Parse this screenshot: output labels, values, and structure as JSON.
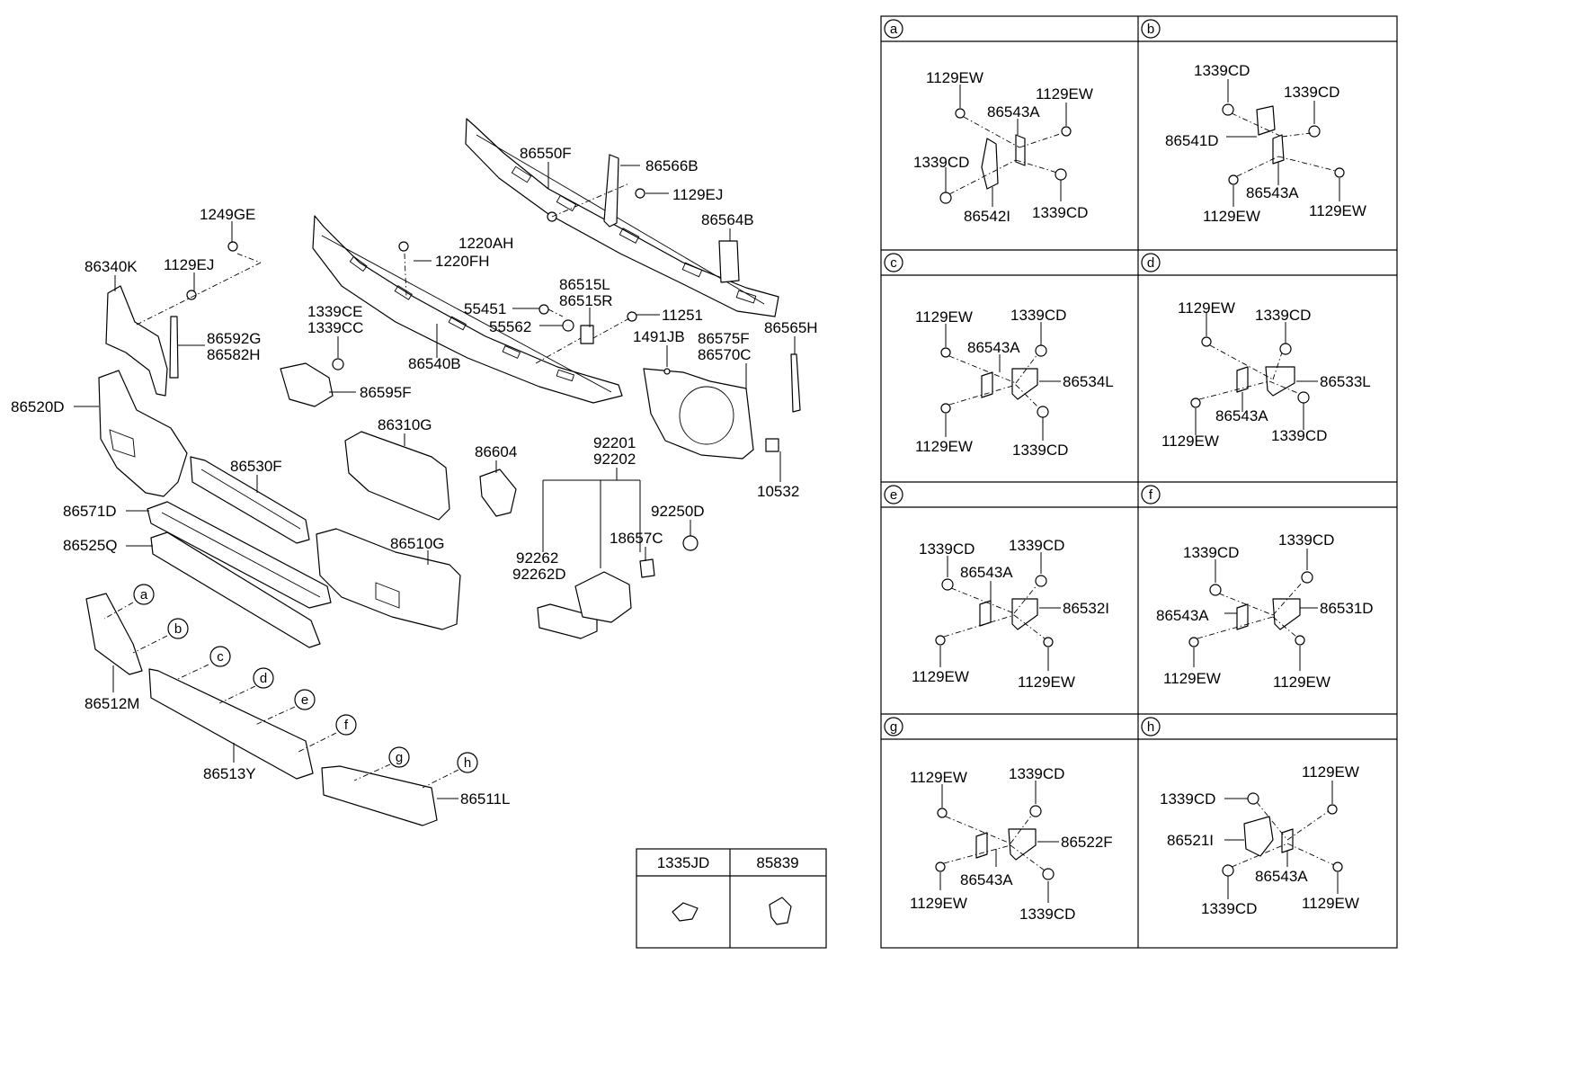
{
  "callouts": {
    "p1249GE": "1249GE",
    "p86340K": "86340K",
    "p1129EJ_left": "1129EJ",
    "p86592G": "86592G",
    "p86582H": "86582H",
    "p86520D": "86520D",
    "p1339CE": "1339CE",
    "p1339CC": "1339CC",
    "p86595F": "86595F",
    "p1220AH": "1220AH",
    "p1220FH": "1220FH",
    "p86540B": "86540B",
    "p86550F": "86550F",
    "p86566B": "86566B",
    "p1129EJ_right": "1129EJ",
    "p86564B": "86564B",
    "p55451": "55451",
    "p55562": "55562",
    "p86515L": "86515L",
    "p86515R": "86515R",
    "p11251": "11251",
    "p1491JB": "1491JB",
    "p86575F": "86575F",
    "p86570C": "86570C",
    "p86565H": "86565H",
    "p10532": "10532",
    "p86310G": "86310G",
    "p86604": "86604",
    "p86530F": "86530F",
    "p86571D": "86571D",
    "p86525Q": "86525Q",
    "p86510G": "86510G",
    "p92201": "92201",
    "p92202": "92202",
    "p92250D": "92250D",
    "p18657C": "18657C",
    "p92262": "92262",
    "p92262D": "92262D",
    "p86512M": "86512M",
    "p86513Y": "86513Y",
    "p86511L": "86511L"
  },
  "view_letters": [
    "a",
    "b",
    "c",
    "d",
    "e",
    "f",
    "g",
    "h"
  ],
  "detail_grid": {
    "a": {
      "letter": "a",
      "labels": [
        "1129EW",
        "1129EW",
        "86543A",
        "1339CD",
        "1339CD",
        "86542I"
      ]
    },
    "b": {
      "letter": "b",
      "labels": [
        "1339CD",
        "1339CD",
        "86541D",
        "86543A",
        "1129EW",
        "1129EW"
      ]
    },
    "c": {
      "letter": "c",
      "labels": [
        "1129EW",
        "1339CD",
        "86543A",
        "86534L",
        "1129EW",
        "1339CD"
      ]
    },
    "d": {
      "letter": "d",
      "labels": [
        "1129EW",
        "1339CD",
        "86533L",
        "86543A",
        "1129EW",
        "1339CD"
      ]
    },
    "e": {
      "letter": "e",
      "labels": [
        "1339CD",
        "1339CD",
        "86543A",
        "86532I",
        "1129EW",
        "1129EW"
      ]
    },
    "f": {
      "letter": "f",
      "labels": [
        "1339CD",
        "1339CD",
        "86543A",
        "86531D",
        "1129EW",
        "1129EW"
      ]
    },
    "g": {
      "letter": "g",
      "labels": [
        "1129EW",
        "1339CD",
        "86522F",
        "86543A",
        "1129EW",
        "1339CD"
      ]
    },
    "h": {
      "letter": "h",
      "labels": [
        "1129EW",
        "1339CD",
        "86521I",
        "86543A",
        "1339CD",
        "1129EW"
      ]
    }
  },
  "parts_table": {
    "col1": "1335JD",
    "col2": "85839"
  }
}
